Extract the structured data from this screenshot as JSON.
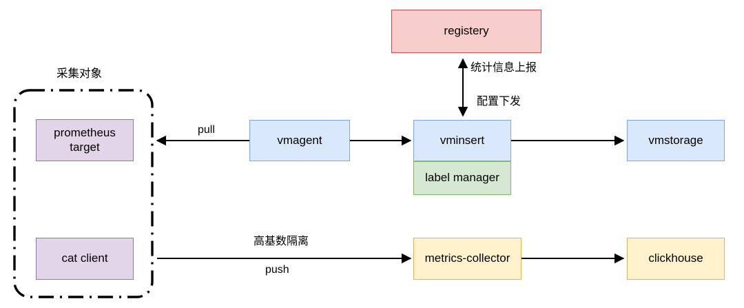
{
  "diagram": {
    "title_group": "采集对象",
    "background": "#ffffff",
    "palette": {
      "purple_fill": "#e1d5e7",
      "purple_stroke": "#9673a6",
      "blue_fill": "#dae8fc",
      "blue_stroke": "#7ea6e0",
      "green_fill": "#d5e8d4",
      "green_stroke": "#82b366",
      "red_fill": "#f8cecc",
      "red_stroke": "#b85450",
      "yellow_fill": "#fff2cc",
      "yellow_stroke": "#d6b656",
      "line": "#000000"
    },
    "nodes": [
      {
        "id": "prometheus-target",
        "label": "prometheus\ntarget",
        "line1": "prometheus",
        "line2": "target",
        "color": "purple"
      },
      {
        "id": "cat-client",
        "label": "cat client",
        "color": "purple"
      },
      {
        "id": "vmagent",
        "label": "vmagent",
        "color": "blue"
      },
      {
        "id": "vminsert",
        "label": "vminsert",
        "color": "blue"
      },
      {
        "id": "label-manager",
        "label": "label manager",
        "color": "green"
      },
      {
        "id": "registery",
        "label": "registery",
        "color": "red"
      },
      {
        "id": "vmstorage",
        "label": "vmstorage",
        "color": "blue"
      },
      {
        "id": "metrics-collector",
        "label": "metrics-collector",
        "color": "yellow"
      },
      {
        "id": "clickhouse",
        "label": "clickhouse",
        "color": "yellow"
      }
    ],
    "edges": [
      {
        "id": "vmagent-pull-target",
        "label": "pull",
        "from": "vmagent",
        "to": "prometheus-target",
        "direction": "left"
      },
      {
        "id": "vmagent-to-vminsert",
        "label": "",
        "from": "vmagent",
        "to": "vminsert",
        "direction": "right"
      },
      {
        "id": "vminsert-to-vmstorage",
        "label": "",
        "from": "vminsert",
        "to": "vmstorage",
        "direction": "right"
      },
      {
        "id": "registery-vminsert",
        "label_up": "统计信息上报",
        "label_down": "配置下发",
        "from": "registery",
        "to": "vminsert",
        "direction": "both"
      },
      {
        "id": "catclient-to-collector",
        "label_top": "高基数隔离",
        "label_bottom": "push",
        "from": "cat-client",
        "to": "metrics-collector",
        "direction": "right"
      },
      {
        "id": "collector-to-clickhouse",
        "label": "",
        "from": "metrics-collector",
        "to": "clickhouse",
        "direction": "right"
      }
    ]
  }
}
